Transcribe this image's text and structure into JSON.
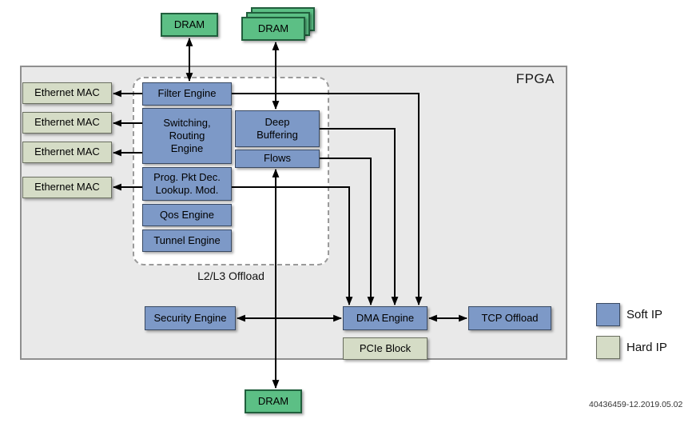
{
  "diagram": {
    "fpga_label": "FPGA",
    "doc_number": "40436459-12.2019.05.02",
    "offload_group_label": "L2/L3 Offload",
    "dram": {
      "top_left": "DRAM",
      "top_right": "DRAM",
      "bottom": "DRAM"
    },
    "ethernet_macs": [
      "Ethernet MAC",
      "Ethernet MAC",
      "Ethernet MAC",
      "Ethernet MAC"
    ],
    "blocks": {
      "filter_engine": "Filter Engine",
      "switching_routing_engine": "Switching,\nRouting\nEngine",
      "deep_buffering": "Deep\nBuffering",
      "flows": "Flows",
      "prog_pkt_dec": "Prog. Pkt Dec.\nLookup. Mod.",
      "qos_engine": "Qos Engine",
      "tunnel_engine": "Tunnel Engine",
      "security_engine": "Security Engine",
      "dma_engine": "DMA Engine",
      "pcie_block": "PCIe Block",
      "tcp_offload": "TCP Offload"
    },
    "legend": {
      "soft_ip": {
        "label": "Soft IP",
        "color": "#7d99c7"
      },
      "hard_ip": {
        "label": "Hard IP",
        "color": "#d5dcc6"
      }
    }
  }
}
